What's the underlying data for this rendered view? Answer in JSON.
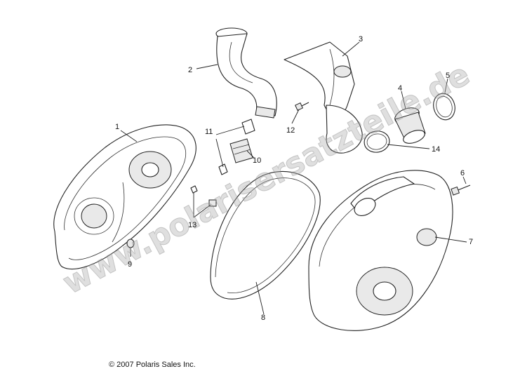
{
  "callouts": [
    "1",
    "2",
    "3",
    "4",
    "5",
    "6",
    "7",
    "8",
    "9",
    "10",
    "11",
    "12",
    "13",
    "14"
  ],
  "watermark": "www.polarisersatzteile.de",
  "copyright": "© 2007 Polaris Sales Inc."
}
